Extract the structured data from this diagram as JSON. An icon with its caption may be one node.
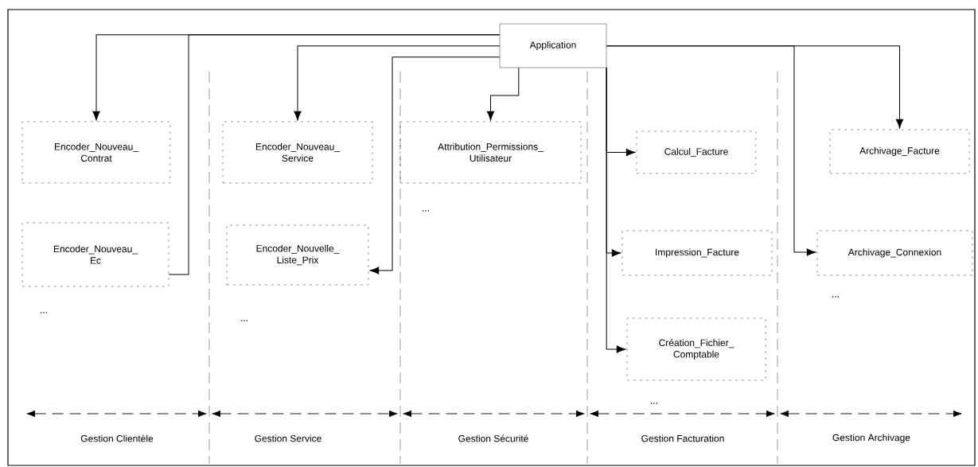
{
  "diagram": {
    "nodes": [
      {
        "text": [
          "Application"
        ]
      },
      {
        "text": [
          "Encoder_Nouveau_ Contrat"
        ]
      },
      {
        "text": [
          "Encoder_Nouveau_ Ec"
        ]
      },
      {
        "text": [
          "Encoder_Nouveau_ Service"
        ]
      },
      {
        "text": [
          "Encoder_Nouvelle_ Liste_Prix"
        ]
      },
      {
        "text": [
          "Attribution_Permissions_ Utilisateur"
        ]
      },
      {
        "text": [
          "Calcul_Facture"
        ]
      },
      {
        "text": [
          "Impression_Facture"
        ]
      },
      {
        "text": [
          "Création_Fichier_ Comptable"
        ]
      },
      {
        "text": [
          "Archivage_Facture"
        ]
      },
      {
        "text": [
          "Archivage_Connexion"
        ]
      }
    ],
    "edges": [
      {
        "from": 0,
        "to": 1,
        "arrow": "to"
      },
      {
        "from": 0,
        "to": 2,
        "arrow": "none"
      },
      {
        "from": 0,
        "to": 3,
        "arrow": "to"
      },
      {
        "from": 0,
        "to": 4,
        "arrow": "to"
      },
      {
        "from": 0,
        "to": 5,
        "arrow": "to"
      },
      {
        "from": 0,
        "to": 6,
        "arrow": "to"
      },
      {
        "from": 0,
        "to": 7,
        "arrow": "to"
      },
      {
        "from": 0,
        "to": 8,
        "arrow": "to"
      },
      {
        "from": 0,
        "to": 9,
        "arrow": "to"
      },
      {
        "from": 0,
        "to": 10,
        "arrow": "to"
      }
    ],
    "labels": [
      "...",
      "...",
      "...",
      "...",
      "...",
      "Gestion Clientèle",
      "Gestion Service",
      "Gestion Sécurité",
      "Gestion Facturation",
      "Gestion Archivage"
    ]
  }
}
